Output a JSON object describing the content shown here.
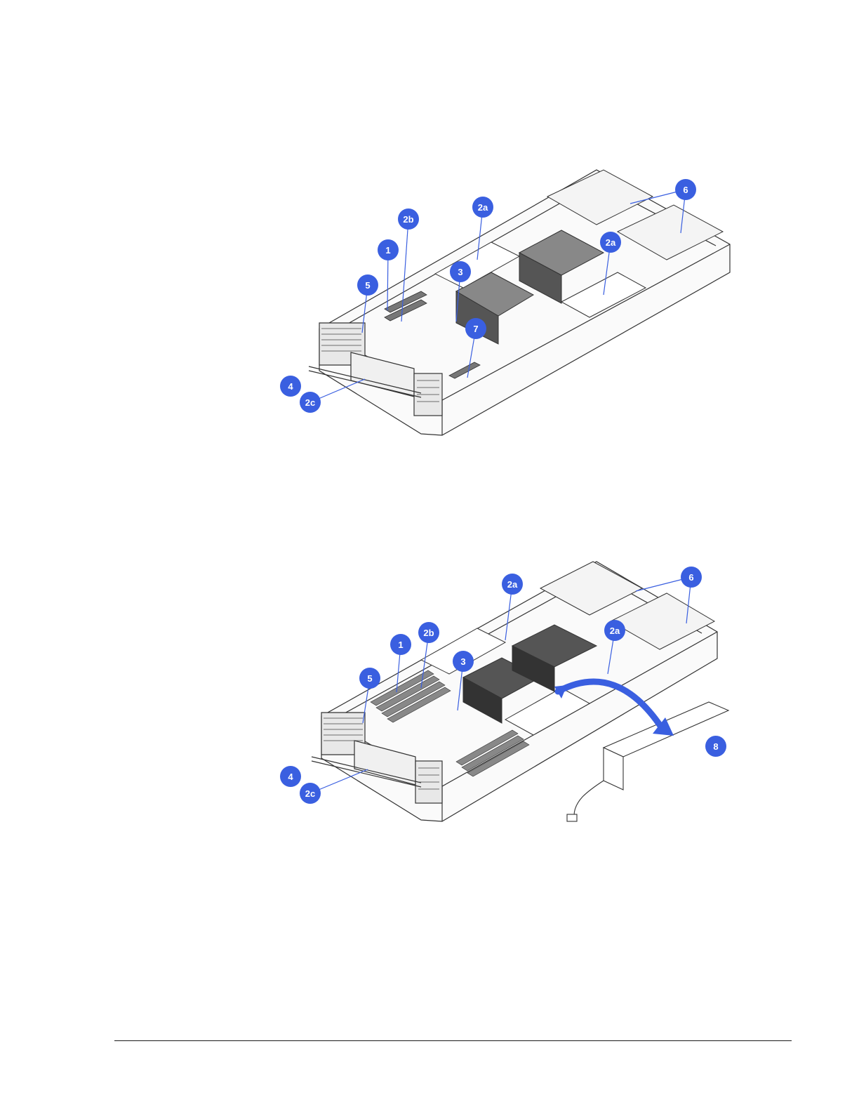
{
  "colors": {
    "callout_fill": "#3a5fe0",
    "leader_line": "#3a5fe0",
    "drawing_line": "#333333"
  },
  "figure_top": {
    "callouts": [
      {
        "label": "6"
      },
      {
        "label": "2a"
      },
      {
        "label": "2b"
      },
      {
        "label": "2a"
      },
      {
        "label": "1"
      },
      {
        "label": "3"
      },
      {
        "label": "5"
      },
      {
        "label": "7"
      },
      {
        "label": "4"
      },
      {
        "label": "2c"
      }
    ]
  },
  "figure_bottom": {
    "callouts": [
      {
        "label": "2a"
      },
      {
        "label": "6"
      },
      {
        "label": "2b"
      },
      {
        "label": "1"
      },
      {
        "label": "2a"
      },
      {
        "label": "3"
      },
      {
        "label": "5"
      },
      {
        "label": "8"
      },
      {
        "label": "4"
      },
      {
        "label": "2c"
      }
    ]
  }
}
